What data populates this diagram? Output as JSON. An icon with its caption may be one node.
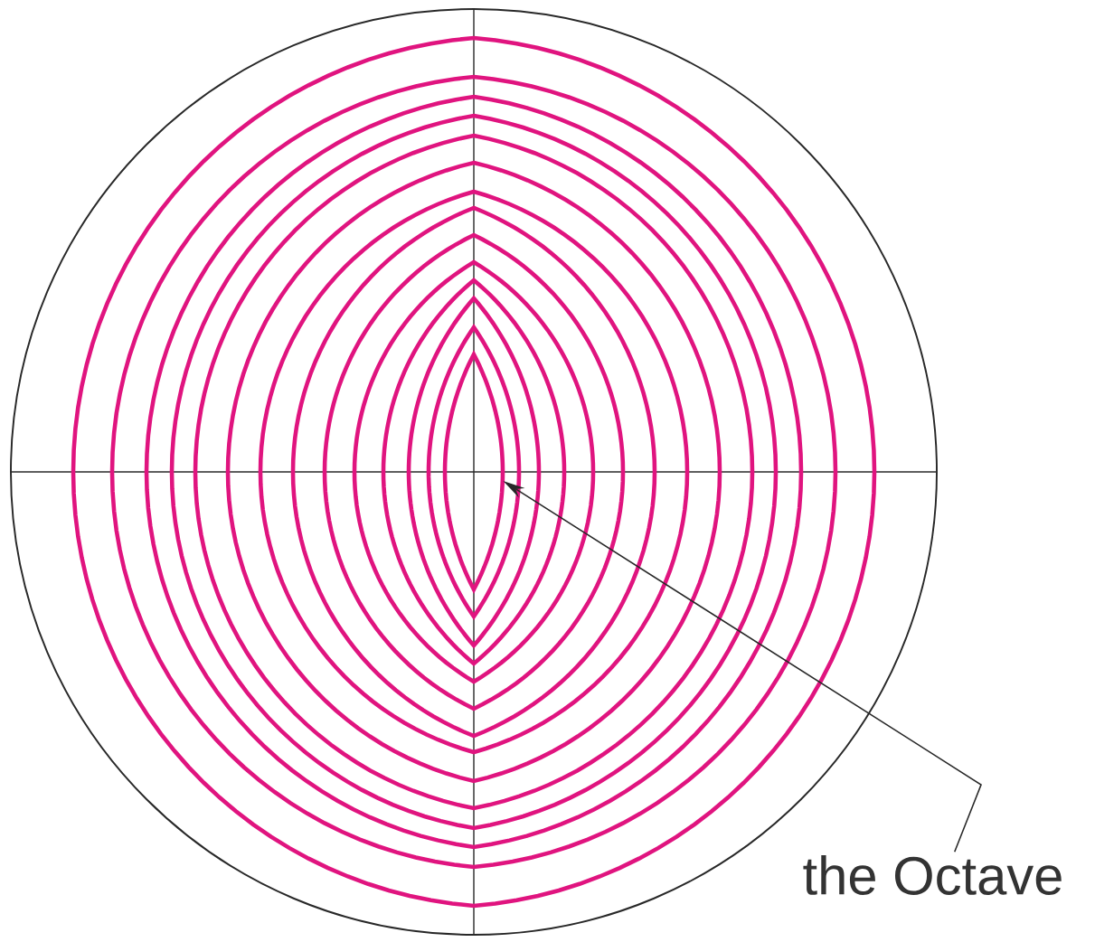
{
  "diagram": {
    "nodes": [
      {
        "text": [
          "the Octave"
        ]
      },
      {
        "text": [],
        "shape": "lens"
      }
    ],
    "edges": [
      {
        "from": 0,
        "to": 1,
        "arrow": "to"
      }
    ]
  }
}
